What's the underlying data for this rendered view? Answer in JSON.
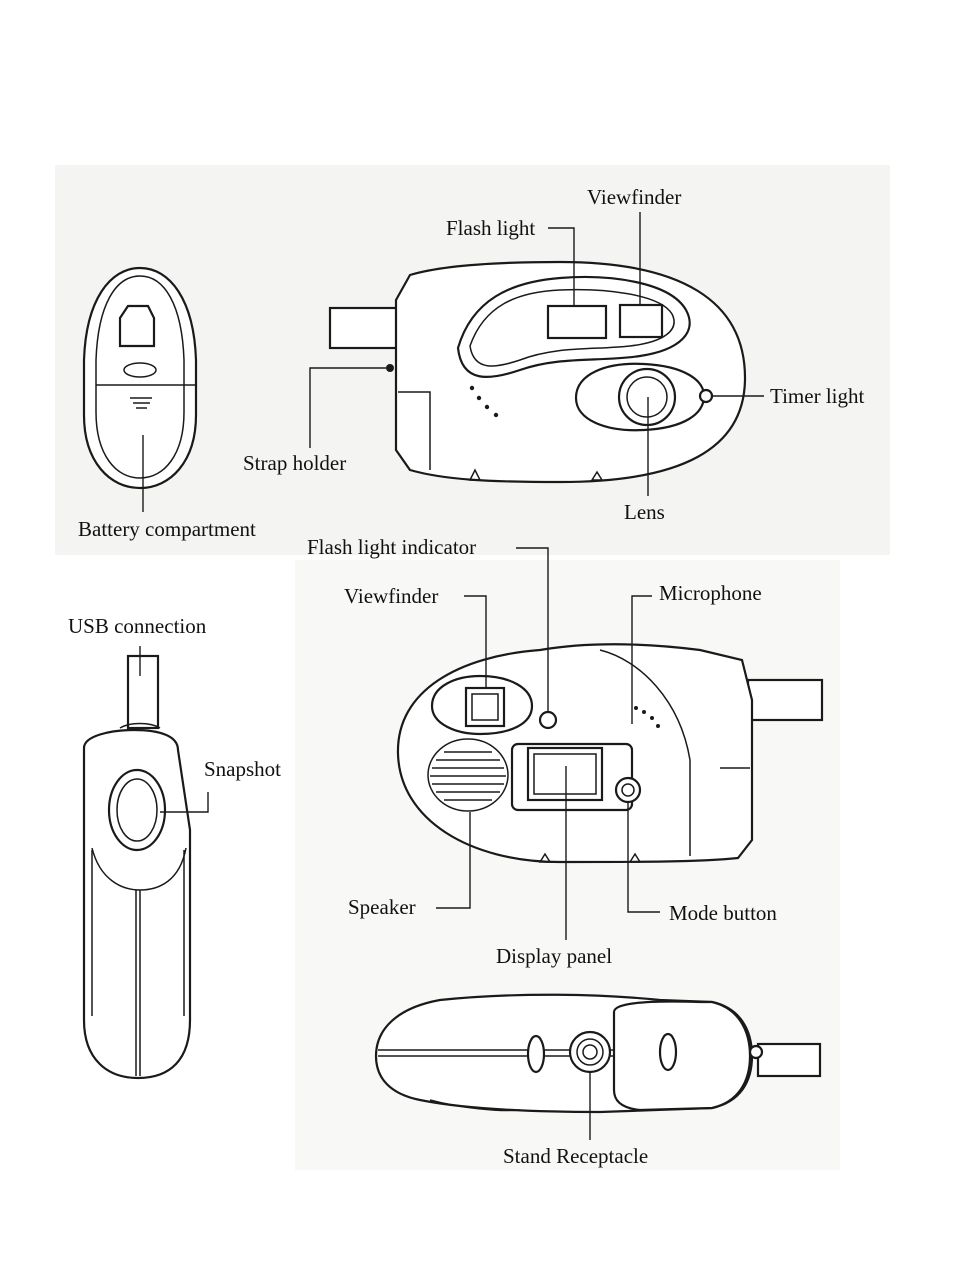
{
  "labels": {
    "flash_light": "Flash light",
    "viewfinder_front": "Viewfinder",
    "timer_light": "Timer light",
    "strap_holder": "Strap holder",
    "lens": "Lens",
    "battery_compartment": "Battery compartment",
    "flash_light_indicator": "Flash light indicator",
    "viewfinder_back": "Viewfinder",
    "microphone": "Microphone",
    "usb_connection": "USB connection",
    "snapshot": "Snapshot",
    "speaker": "Speaker",
    "mode_button": "Mode button",
    "display_panel": "Display panel",
    "stand_receptacle": "Stand Receptacle"
  }
}
